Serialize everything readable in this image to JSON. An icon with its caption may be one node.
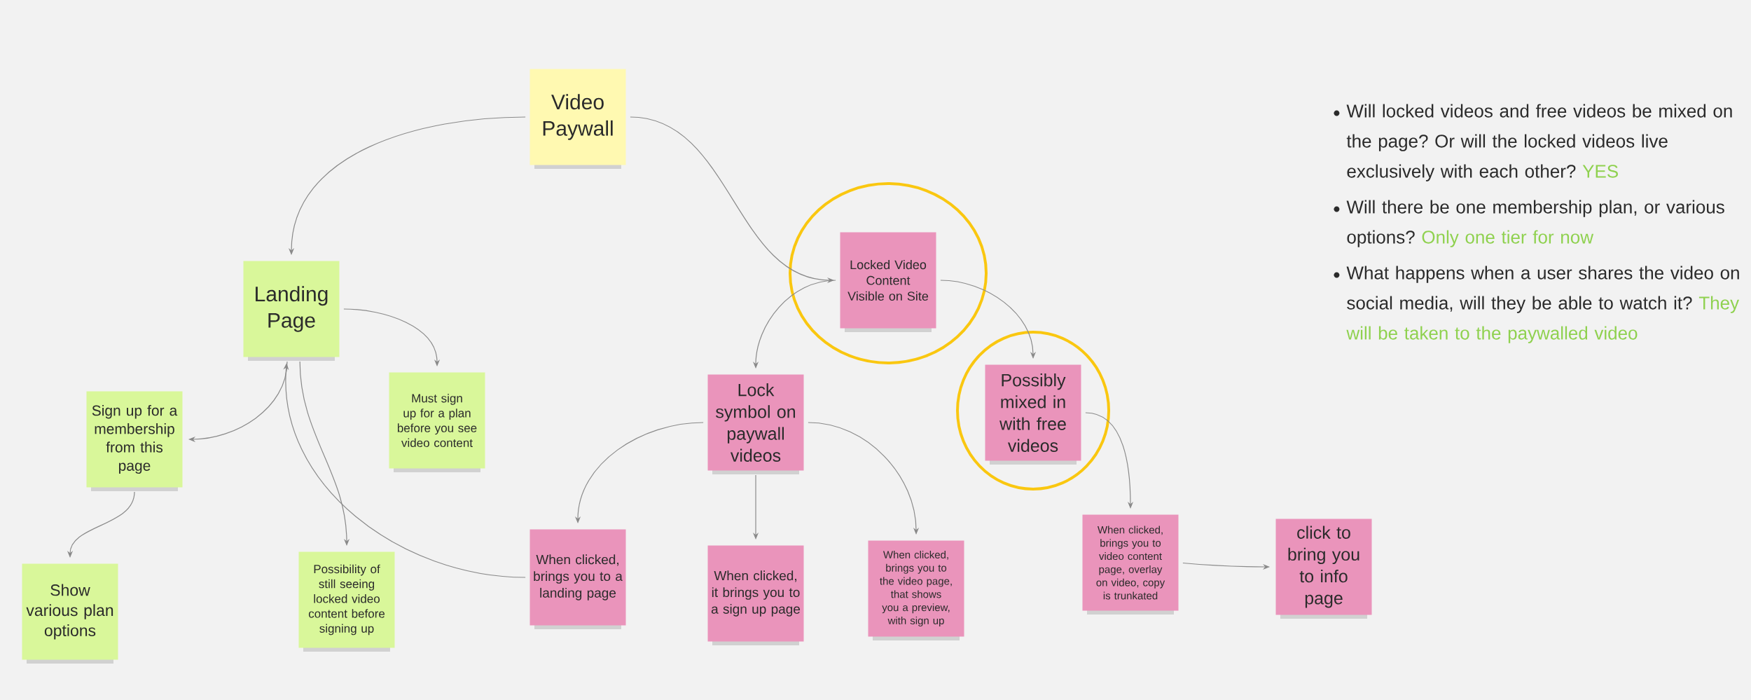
{
  "diagram": {
    "nodes": [
      {
        "text": [
          "Video Paywall"
        ]
      },
      {
        "text": [
          "Landing Page"
        ]
      },
      {
        "text": [
          "Sign up for a membership from this page"
        ]
      },
      {
        "text": [
          "Must sign up for a plan before you see video content"
        ]
      },
      {
        "text": [
          "Show various plan options"
        ]
      },
      {
        "text": [
          "Possibility of still seeing locked video content before signing up"
        ]
      },
      {
        "text": [
          "Locked Video Content Visible on Site"
        ]
      },
      {
        "text": [
          "Lock symbol on paywall videos"
        ]
      },
      {
        "text": [
          "Possibly mixed in with free videos"
        ]
      },
      {
        "text": [
          "When clicked, brings you to a landing page"
        ]
      },
      {
        "text": [
          "When clicked, it brings you to a sign up page"
        ]
      },
      {
        "text": [
          "When clicked, brings you to the video page, that shows you a preview, with sign up"
        ]
      },
      {
        "text": [
          "When clicked, brings you to video content page, overlay on video, copy is trunkated"
        ]
      },
      {
        "text": [
          "click to bring you to info page"
        ]
      }
    ],
    "edges": [
      {
        "from": 0,
        "to": 1,
        "arrow": "to"
      },
      {
        "from": 0,
        "to": 6,
        "arrow": "to"
      },
      {
        "from": 1,
        "to": 3,
        "arrow": "to"
      },
      {
        "from": 1,
        "to": 2,
        "arrow": "to"
      },
      {
        "from": 1,
        "to": 5,
        "arrow": "to"
      },
      {
        "from": 9,
        "to": 1,
        "arrow": "to"
      },
      {
        "from": 2,
        "to": 4,
        "arrow": "to"
      },
      {
        "from": 6,
        "to": 7,
        "arrow": "to"
      },
      {
        "from": 6,
        "to": 8,
        "arrow": "to"
      },
      {
        "from": 7,
        "to": 9,
        "arrow": "to"
      },
      {
        "from": 7,
        "to": 10,
        "arrow": "to"
      },
      {
        "from": 7,
        "to": 11,
        "arrow": "to"
      },
      {
        "from": 8,
        "to": 12,
        "arrow": "to"
      },
      {
        "from": 12,
        "to": 13,
        "arrow": "to"
      }
    ],
    "labels": [
      "Will locked videos and free videos be mixed on the page? Or will the locked videos live exclusively with each other?",
      "YES",
      "Will there be one membership plan, or various options?",
      "Only one tier for now",
      "What happens when a user shares the video on social media, will they be able to watch it?",
      "They will be taken to the paywalled video"
    ]
  }
}
